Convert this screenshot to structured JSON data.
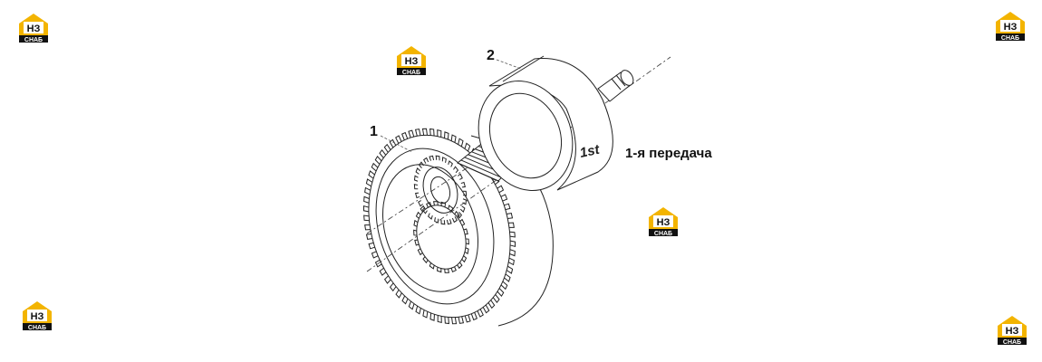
{
  "logo": {
    "mark_text": "НЗ",
    "sub_text": "СНАБ",
    "color_yellow": "#f3b400",
    "color_black": "#111111"
  },
  "callouts": {
    "part_1": "1",
    "part_2": "2"
  },
  "drum_marking": "1st",
  "caption": "1-я передача"
}
